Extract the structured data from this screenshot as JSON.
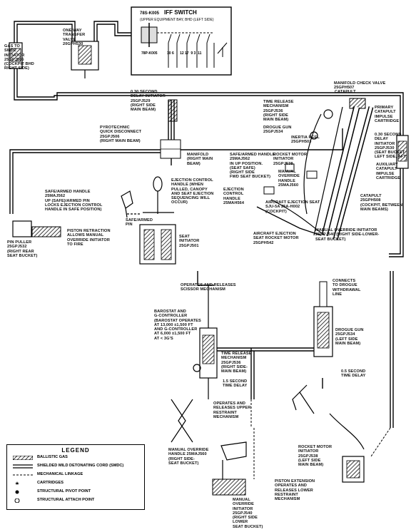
{
  "iff_box": {
    "part": "78S-K005",
    "title": "IFF SWITCH",
    "subtitle": "(UPPER EQUIPMENT BAY, BHD (LEFT SIDE)",
    "part2": "78P-K005",
    "pins": "10 6      12 17  9 3  11"
  },
  "labels": {
    "gas_to_smdc": [
      "GAS TO",
      "SMDC",
      "INITIATOR",
      "25GPJ505",
      "(COCKPIT BHD",
      "RIGHT SIDE)"
    ],
    "one_way_valve": [
      "ONE WAY",
      "TRANSFER",
      "VALVE",
      "20GPH530"
    ],
    "manifold_check_valve": [
      "MANIFOLD CHECK VALVE",
      "25GPH507"
    ],
    "catapult_top": [
      "CATAPULT"
    ],
    "delay_init_left": [
      "0.30 SECOND",
      "DELAY INITIATOR",
      "25GPJ529",
      "(RIGHT SIDE",
      "MAIN BEAM)"
    ],
    "time_release_top": [
      "TIME RELEASE",
      "MECHANISM",
      "25GPJ536",
      "(RIGHT SIDE",
      "MAIN BEAM)"
    ],
    "drogue_gun_top": [
      "DROGUE GUN",
      "25GPJ534"
    ],
    "primary_catapult": [
      "PRIMARY",
      "CATAPULT",
      "IMPULSE",
      "CARTRIDGE"
    ],
    "pyro_disconnect": [
      "PYROTECHNIC",
      "QUICK DISCONNECT",
      "25GPJ506",
      "(RIGHT MAIN BEAM)"
    ],
    "inertia_reel": [
      "INERTIA REEL",
      "25GPH503"
    ],
    "delay_init_right": [
      "0.30 SECOND",
      "DELAY",
      "INITIATOR",
      "25GPJ530",
      "(SEAT BUCKET",
      "LEFT SIDE, AFT)"
    ],
    "manifold": [
      "MANIFOLD",
      "(RIGHT MAIN",
      "BEAM)"
    ],
    "safe_armed_right": [
      "SAFE/ARMED HANDLE",
      "25MAJ562",
      "IN UP POSITION.",
      "(SEAT SAFE)",
      "(RIGHT SIDE",
      "FWD SEAT BUCKET)"
    ],
    "rocket_motor_init_top": [
      "ROCKET MOTOR",
      "INITIATOR",
      "25GPJ538"
    ],
    "manual_override_top": [
      "MANUAL",
      "OVERRIDE",
      "HANDLE",
      "25MAJ560"
    ],
    "aux_catapult": [
      "AUXILIARY",
      "CATAPULT",
      "IMPULSE",
      "CARTRIDGE"
    ],
    "ejection_control_handle_top": [
      "EJECTION CONTROL",
      "HANDLE (WHEN",
      "PULLED, CANOPY",
      "AND SEAT EJECTION",
      "SEQUENCING WILL",
      "OCCUR)"
    ],
    "ejection_control_handle_mid": [
      "EJECTION",
      "CONTROL",
      "HANDLE",
      "25MAH564"
    ],
    "aircraft_ejection_seat": [
      "AIRCRAFT EJECTION SEAT",
      "SJU-5A 25A-H002",
      "(COCKPIT)"
    ],
    "catapult_right": [
      "CATAPULT",
      "25GPH508",
      "(COCKPIT, BETWEEN",
      "MAIN BEAMS)"
    ],
    "safe_armed_left": [
      "SAFE/ARMED HANDLE",
      "25MAJ562",
      "UP (SAFE)/ARMED PIN",
      "LOCKS EJECTION CONTROL",
      "HANDLE IN SAFE POSITION)"
    ],
    "safe_armed_pin": [
      "SAFE/ARMED",
      "PIN"
    ],
    "piston_retraction": [
      "PISTON RETRACTION",
      "ALLOWS MANUAL",
      "OVERRIDE INITIATOR",
      "TO FIRE"
    ],
    "pin_puller": [
      "PIN PULLER",
      "25GPJ532",
      "(RIGHT REAR",
      "SEAT BUCKET)"
    ],
    "seat_initiator": [
      "SEAT",
      "INITIATOR",
      "25GPJ501"
    ],
    "aircraft_rocket_motor": [
      "AIRCRAFT EJECTION",
      "SEAT ROCKET MOTOR",
      "25GPH542"
    ],
    "manual_override_initiator_top": [
      "MANUAL OVERRIDE INITIATOR",
      "25GPJ540 (RIGHT SIDE-LOWER-",
      "SEAT BUCKET)"
    ],
    "operates_scissor": [
      "OPERATES AND RELEASES",
      "SCISSOR MECHANISM"
    ],
    "connects_drogue": [
      "CONNECTS",
      "TO DROGUE",
      "WITHDRAWAL",
      "LINE"
    ],
    "barostat": [
      "BAROSTAT AND",
      "G-CONTROLLER",
      "(BAROSTAT OPERATES",
      "AT 13,000 ±1,500 FT",
      "AND G-CONTROLLER",
      "AT 6,000 ±1,500 FT",
      "AT < 3G'S"
    ],
    "drogue_gun_lower": [
      "DROGUE GUN",
      "25GPJ534",
      "(LEFT SIDE",
      "MAIN BEAM)"
    ],
    "time_release_lower": [
      "TIME RELEASE",
      "MECHANISM",
      "25GPJ536",
      "(RIGHT SIDE-",
      "MAIN BEAM)"
    ],
    "delay_1_5": [
      "1.5 SECOND",
      "TIME DELAY"
    ],
    "delay_0_5": [
      "0.5 SECOND",
      "TIME DELAY"
    ],
    "operates_upper_restraint": [
      "OPERATES AND",
      "RELEASES UPPER",
      "RESTRAINT",
      "MECHANISM"
    ],
    "manual_override_handle_lower": [
      "MANUAL OVERRIDE",
      "HANDLE 25MAJ560",
      "(RIGHT SIDE-",
      "SEAT BUCKET)"
    ],
    "rocket_motor_init_lower": [
      "ROCKET MOTOR",
      "INITIATOR",
      "25GPJ538",
      "(LEFT SIDE",
      "MAIN BEAM)"
    ],
    "piston_extension": [
      "PISTON EXTENSION",
      "OPERATES AND",
      "RELEASES LOWER",
      "RESTRAINT",
      "MECHANISM"
    ],
    "manual_override_init_lower": [
      "MANUAL",
      "OVERRIDE",
      "INITIATOR",
      "25GPJ540",
      "(RIGHT SIDE",
      "LOWER",
      "SEAT BUCKET)"
    ]
  },
  "legend": {
    "title": "LEGEND",
    "items": [
      {
        "symbol": "ballistic-gas",
        "text": "BALLISTIC GAS"
      },
      {
        "symbol": "smdc",
        "text": "SHIELDED MILD DETONATING CORD (SMDC)"
      },
      {
        "symbol": "mechanical-linkage",
        "text": "MECHANICAL LINKAGE"
      },
      {
        "symbol": "cartridge",
        "text": "CARTRIDGES"
      },
      {
        "symbol": "pivot-point",
        "text": "STRUCTURAL PIVOT POINT"
      },
      {
        "symbol": "attach-point",
        "text": "STRUCTURAL ATTACH POINT"
      }
    ]
  }
}
